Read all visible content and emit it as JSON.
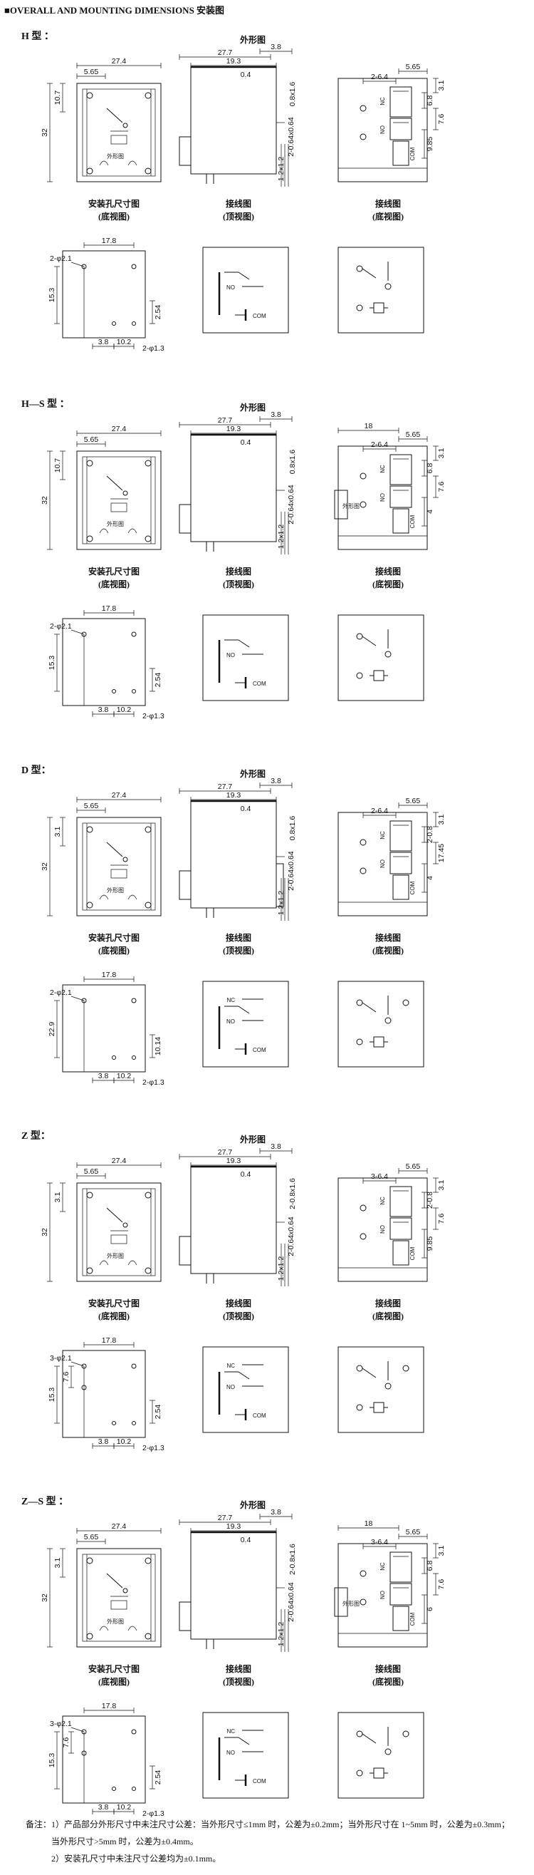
{
  "header": {
    "title": "■OVERALL AND MOUNTING DIMENSIONS 安装图"
  },
  "captions": {
    "outline": "外形图",
    "mounting": "安装孔尺寸图",
    "wiring": "接线图",
    "bottom_view": "(底视图)",
    "top_view": "(顶视图)"
  },
  "terminals": {
    "nc": "NC",
    "no": "NO",
    "com": "COM"
  },
  "sections": [
    {
      "id": "h",
      "title": "H 型 ：",
      "variant": "H",
      "side_pins": false,
      "front": {
        "width": "27.4",
        "inset": "5.65",
        "depth": "10.7",
        "height": "32"
      },
      "side": {
        "length": "27.7",
        "body": "19.3",
        "offset": "3.8",
        "thk": "0.4",
        "pin": "0.8x1.6",
        "pitch": "1.2x1.2",
        "pin2": "2-0.64x0.64"
      },
      "bottom": {
        "top": "5.65",
        "left": "2-6.4",
        "r1": "3.1",
        "r2": "6.8",
        "r3": "7.6",
        "r4": "9.85",
        "extra": ""
      },
      "holes": {
        "width": "17.8",
        "label": "2-φ2.1",
        "vert": "15.3",
        "right": "2.54",
        "b1": "3.8",
        "b2": "10.2",
        "b3": "2-φ1.3"
      }
    },
    {
      "id": "hs",
      "title": "H—S 型 ：",
      "variant": "H",
      "side_pins": true,
      "front": {
        "width": "27.4",
        "inset": "5.65",
        "depth": "10.7",
        "height": "32"
      },
      "side": {
        "length": "27.7",
        "body": "19.3",
        "offset": "3.8",
        "thk": "0.4",
        "pin": "0.8x1.6",
        "pitch": "1.2x1.2",
        "pin2": "2-0.64x0.64"
      },
      "bottom": {
        "top": "5.65",
        "left": "2-6.4",
        "r1": "3.1",
        "r2": "6.8",
        "r3": "7.6",
        "r4": "4",
        "extra": "18"
      },
      "holes": {
        "width": "17.8",
        "label": "2-φ2.1",
        "vert": "15.3",
        "right": "2.54",
        "b1": "3.8",
        "b2": "10.2",
        "b3": "2-φ1.3"
      }
    },
    {
      "id": "d",
      "title": "D 型：",
      "variant": "D",
      "side_pins": false,
      "front": {
        "width": "27.4",
        "inset": "5.65",
        "depth": "3.1",
        "height": "32"
      },
      "side": {
        "length": "27.7",
        "body": "19.3",
        "offset": "3.8",
        "thk": "0.4",
        "pin": "0.8x1.6",
        "pitch": "1.2x1.2",
        "pin2": "2-0.64x0.64"
      },
      "bottom": {
        "top": "5.65",
        "left": "2-6.4",
        "r1": "3.1",
        "r2": "2-0.8",
        "r3": "17.45",
        "r4": "4",
        "extra": ""
      },
      "holes": {
        "width": "17.8",
        "label": "2-φ2.1",
        "vert": "22.9",
        "right": "10.14",
        "b1": "3.8",
        "b2": "10.2",
        "b3": "2-φ1.3"
      }
    },
    {
      "id": "z",
      "title": "Z 型：",
      "variant": "Z",
      "side_pins": false,
      "front": {
        "width": "27.4",
        "inset": "5.65",
        "depth": "3.1",
        "height": "32"
      },
      "side": {
        "length": "27.7",
        "body": "19.3",
        "offset": "3.8",
        "thk": "0.4",
        "pin": "2-0.8x1.6",
        "pitch": "1.2x1.2",
        "pin2": "2-0.64x0.64"
      },
      "bottom": {
        "top": "5.65",
        "left": "3-6.4",
        "r1": "3.1",
        "r2": "2-0.8",
        "r3": "7.6",
        "r4": "9.85",
        "extra": ""
      },
      "holes": {
        "width": "17.8",
        "label": "3-φ2.1",
        "vert": "15.3",
        "right": "2.54",
        "b1": "3.8",
        "b2": "10.2",
        "b3": "2-φ1.3",
        "v2": "7.6"
      }
    },
    {
      "id": "zs",
      "title": "Z—S 型 ：",
      "variant": "Z",
      "side_pins": true,
      "front": {
        "width": "27.4",
        "inset": "5.65",
        "depth": "3.1",
        "height": "32"
      },
      "side": {
        "length": "27.7",
        "body": "19.3",
        "offset": "3.8",
        "thk": "0.4",
        "pin": "2-0.8x1.6",
        "pitch": "1.2x1.2",
        "pin2": "2-0.64x0.64"
      },
      "bottom": {
        "top": "5.65",
        "left": "3-6.4",
        "r1": "3.1",
        "r2": "6.8",
        "r3": "7.6",
        "r4": "6",
        "extra": "18"
      },
      "holes": {
        "width": "17.8",
        "label": "3-φ2.1",
        "vert": "15.3",
        "right": "2.54",
        "b1": "3.8",
        "b2": "10.2",
        "b3": "2-φ1.3",
        "v2": "7.6"
      }
    }
  ],
  "notes": [
    "备注：1）产品部分外形尺寸中未注尺寸公差：当外形尺寸≤1mm 时，公差为±0.2mm；当外形尺寸在 1~5mm 时，公差为±0.3mm；",
    "当外形尺寸>5mm 时，公差为±0.4mm。",
    "2）安装孔尺寸中未注尺寸公差均为±0.1mm。"
  ]
}
